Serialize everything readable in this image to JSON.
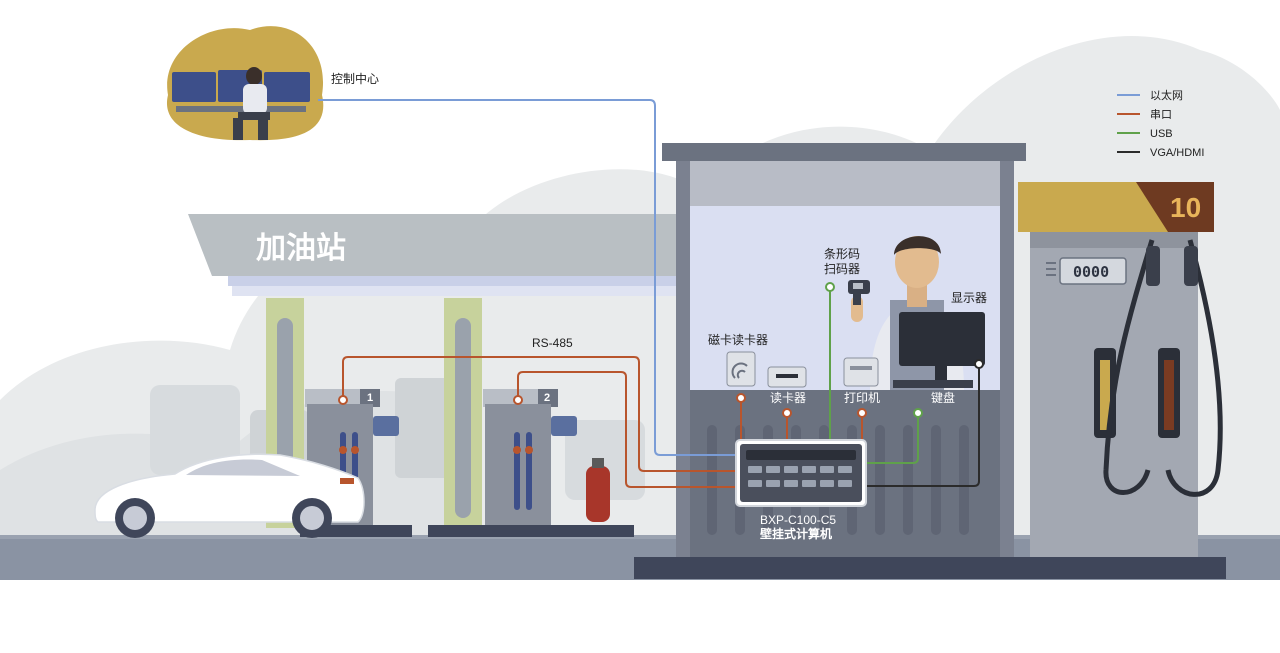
{
  "station": {
    "title": "加油站"
  },
  "control_center": {
    "label": "控制中心"
  },
  "protocol": {
    "rs485": "RS-485"
  },
  "legend": {
    "items": [
      {
        "label": "以太网",
        "color": "#7a9cd6"
      },
      {
        "label": "串口",
        "color": "#b8552d"
      },
      {
        "label": "USB",
        "color": "#5fa14a"
      },
      {
        "label": "VGA/HDMI",
        "color": "#2b2b2b"
      }
    ]
  },
  "pumps": [
    {
      "number": "1"
    },
    {
      "number": "2"
    }
  ],
  "dispenser": {
    "number": "10",
    "meter": "0000"
  },
  "devices": {
    "barcode_scanner_line1": "条形码",
    "barcode_scanner_line2": "扫码器",
    "display": "显示器",
    "mag_card_reader": "磁卡读卡器",
    "card_reader": "读卡器",
    "printer": "打印机",
    "keyboard": "键盘"
  },
  "computer": {
    "model": "BXP-C100-C5",
    "type": "壁挂式计算机"
  },
  "colors": {
    "ethernet": "#7a9cd6",
    "serial": "#b8552d",
    "usb": "#5fa14a",
    "vga": "#2b2b2b",
    "kiosk_frame": "#6b7280",
    "accent_gold": "#c9a94e"
  }
}
